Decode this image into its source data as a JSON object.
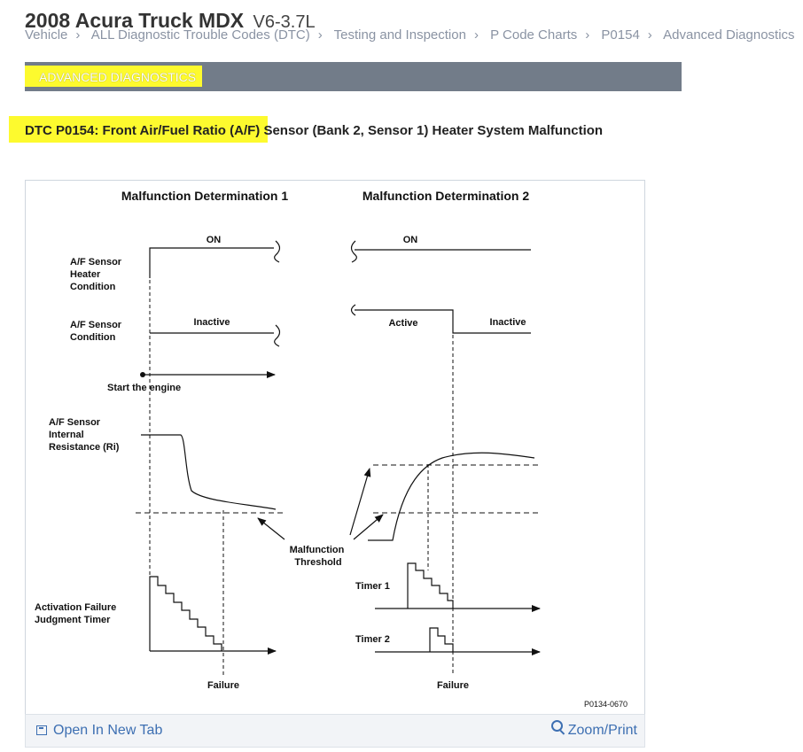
{
  "header": {
    "title": "2008 Acura Truck MDX",
    "engine": "V6-3.7L",
    "breadcrumb": [
      "Vehicle",
      "ALL Diagnostic Trouble Codes (DTC)",
      "Testing and Inspection",
      "P Code Charts",
      "P0154",
      "Advanced Diagnostics"
    ]
  },
  "section": {
    "label": "ADVANCED DIAGNOSTICS"
  },
  "dtc": {
    "title": "DTC P0154: Front Air/Fuel Ratio (A/F) Sensor (Bank 2, Sensor 1) Heater System Malfunction"
  },
  "diagram": {
    "left_title": "Malfunction Determination 1",
    "right_title": "Malfunction Determination 2",
    "on_left": "ON",
    "on_right": "ON",
    "heater_label": [
      "A/F Sensor",
      "Heater",
      "Condition"
    ],
    "condition_label": [
      "A/F Sensor",
      "Condition"
    ],
    "inactive_left": "Inactive",
    "active_right": "Active",
    "inactive_right": "Inactive",
    "start_engine": "Start the engine",
    "resistance_label": [
      "A/F Sensor",
      "Internal",
      "Resistance (Ri)"
    ],
    "threshold_label": [
      "Malfunction",
      "Threshold"
    ],
    "timer_label": [
      "Activation Failure",
      "Judgment Timer"
    ],
    "timer1": "Timer 1",
    "timer2": "Timer 2",
    "failure_left": "Failure",
    "failure_right": "Failure",
    "code": "P0134-0670"
  },
  "footer": {
    "open_tab_label": "Open In New Tab",
    "zoom_label": "Zoom/Print"
  },
  "colors": {
    "highlight": "#fdfa2e",
    "section_bar": "#727c89",
    "link": "#3d6fb2"
  }
}
